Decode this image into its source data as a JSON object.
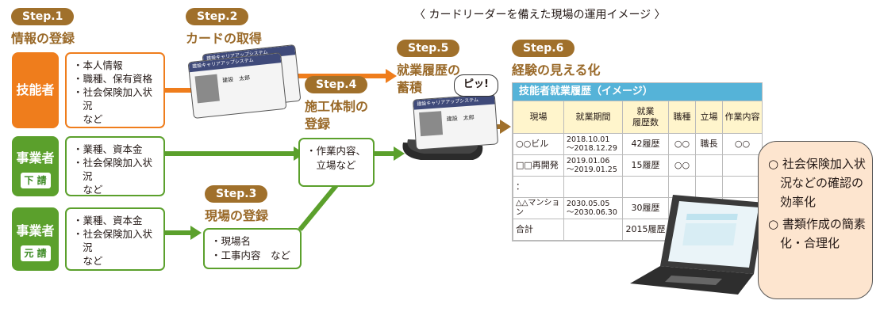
{
  "headline": "〈 カードリーダーを備えた現場の運用イメージ 〉",
  "steps": {
    "s1": {
      "label": "Step.1",
      "title": "情報の登録"
    },
    "s2": {
      "label": "Step.2",
      "title": "カードの取得"
    },
    "s3": {
      "label": "Step.3",
      "title": "現場の登録"
    },
    "s4": {
      "label": "Step.4",
      "title1": "施工体制の",
      "title2": "登録"
    },
    "s5": {
      "label": "Step.5",
      "title1": "就業履歴の",
      "title2": "蓄積"
    },
    "s6": {
      "label": "Step.6",
      "title": "経験の見える化"
    }
  },
  "roles": {
    "technician": {
      "label": "技能者",
      "items": [
        "・本人情報",
        "・職種、保有資格",
        "・社会保険加入状況",
        "　など"
      ]
    },
    "sub_contractor": {
      "label": "事業者",
      "badge": "下 請",
      "items": [
        "・業種、資本金",
        "・社会保険加入状況",
        "　など"
      ]
    },
    "prime_contractor": {
      "label": "事業者",
      "badge": "元 請",
      "items": [
        "・業種、資本金",
        "・社会保険加入状況",
        "　など"
      ]
    }
  },
  "step4_box": [
    "・作業内容、",
    "　立場など"
  ],
  "step3_box": [
    "・現場名",
    "・工事内容　など"
  ],
  "card": {
    "band": "建設キャリアアップシステム",
    "name": "建設　太郎"
  },
  "speech": "ピッ!",
  "table": {
    "title": "技能者就業履歴（イメージ）",
    "headers": [
      "現場",
      "就業期間",
      "就業\n履歴数",
      "職種",
      "立場",
      "作業内容"
    ],
    "rows": [
      [
        "○○ビル",
        "2018.10.01\n～2018.12.29",
        "42履歴",
        "○○",
        "職長",
        "○○"
      ],
      [
        "□□再開発",
        "2019.01.06\n～2019.01.25",
        "15履歴",
        "○○",
        "",
        ""
      ],
      [
        "：",
        "",
        "",
        "",
        "",
        ""
      ],
      [
        "△△マンション",
        "2030.05.05\n～2030.06.30",
        "30履歴",
        "",
        "",
        ""
      ],
      [
        "合計",
        "",
        "2015履歴",
        "",
        "",
        ""
      ]
    ]
  },
  "benefits": [
    "○ 社会保険加入状況などの確認の効率化",
    "○ 書類作成の簡素化・合理化"
  ],
  "colors": {
    "orange": "#ef7d1c",
    "green": "#5ba02c",
    "brown": "#a0702b",
    "table_header": "#55b3d8"
  }
}
